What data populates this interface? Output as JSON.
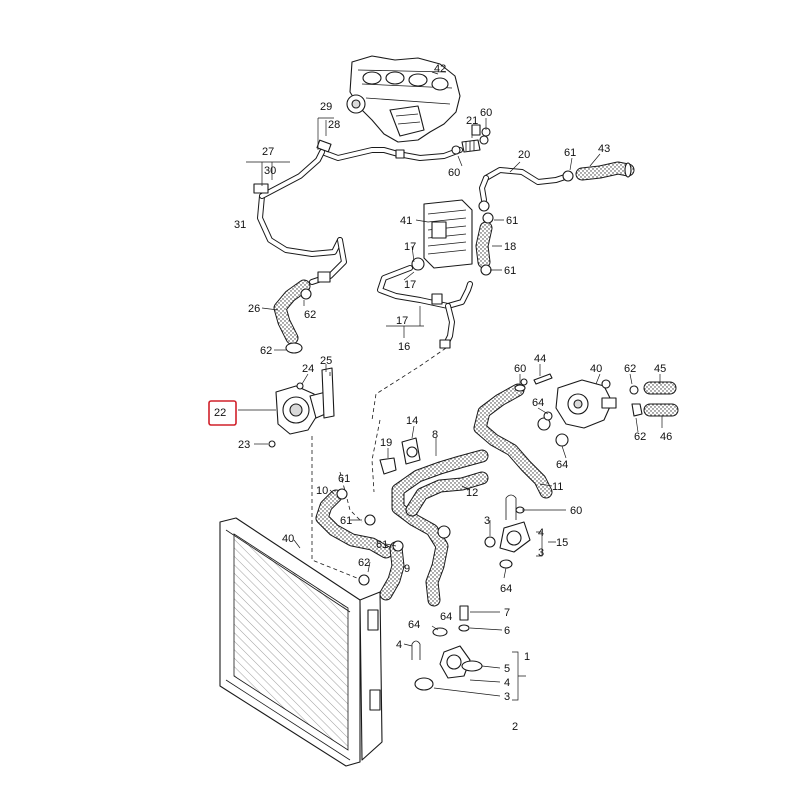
{
  "callouts": {
    "c1": "1",
    "c2": "2",
    "c3a": "3",
    "c3b": "3",
    "c3c": "3",
    "c4a": "4",
    "c4b": "4",
    "c4c": "4",
    "c5": "5",
    "c6": "6",
    "c7": "7",
    "c8": "8",
    "c9": "9",
    "c10": "10",
    "c11": "11",
    "c12": "12",
    "c14": "14",
    "c15": "15",
    "c16": "16",
    "c17a": "17",
    "c17b": "17",
    "c17c": "17",
    "c18": "18",
    "c19": "19",
    "c20": "20",
    "c21": "21",
    "c22": "22",
    "c23": "23",
    "c24": "24",
    "c25": "25",
    "c26": "26",
    "c27": "27",
    "c28": "28",
    "c29": "29",
    "c30": "30",
    "c31": "31",
    "c40a": "40",
    "c40b": "40",
    "c41": "41",
    "c42": "42",
    "c43": "43",
    "c44": "44",
    "c45": "45",
    "c46": "46",
    "c60a": "60",
    "c60b": "60",
    "c60c": "60",
    "c60d": "60",
    "c61a": "61",
    "c61b": "61",
    "c61c": "61",
    "c61d": "61",
    "c61e": "61",
    "c61f": "61",
    "c62a": "62",
    "c62b": "62",
    "c62c": "62",
    "c62d": "62",
    "c62e": "62",
    "c64a": "64",
    "c64b": "64",
    "c64c": "64",
    "c64d": "64",
    "c64e": "64"
  },
  "highlight": {
    "color": "#d0202a",
    "target": "22"
  }
}
